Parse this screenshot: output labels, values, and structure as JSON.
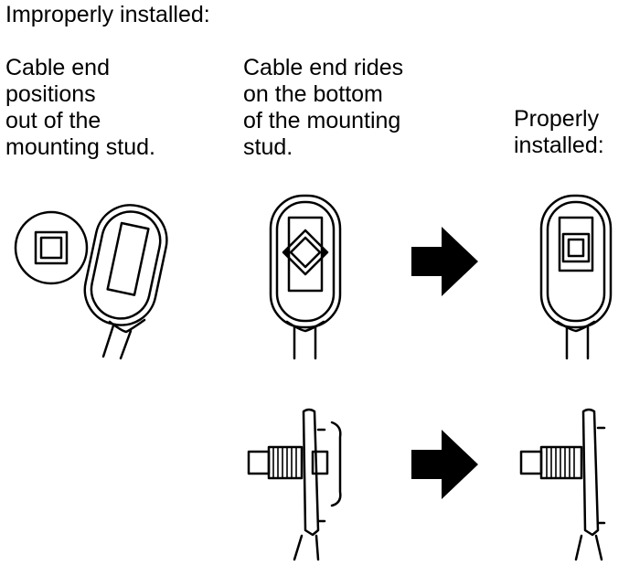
{
  "title": "Improperly installed:",
  "caption_left": "Cable end\npositions\nout of the\nmounting stud.",
  "caption_middle": "Cable end rides\non the bottom\nof the mounting\nstud.",
  "caption_right": "Properly\ninstalled:"
}
